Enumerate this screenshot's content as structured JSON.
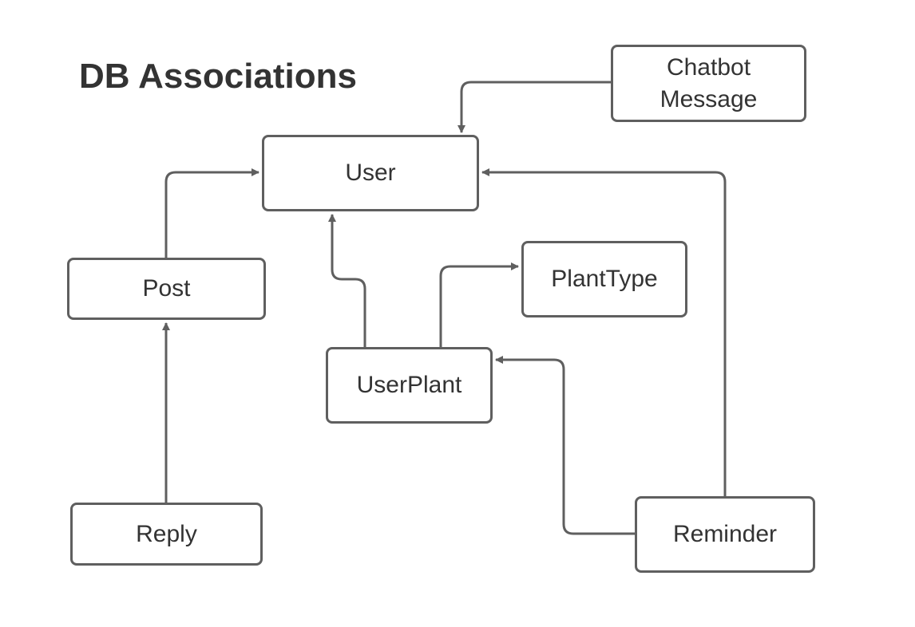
{
  "title": "DB Associations",
  "colors": {
    "stroke": "#5f5f5f",
    "text": "#333333",
    "background": "#ffffff"
  },
  "nodes": {
    "chatbot_message": {
      "line1": "Chatbot",
      "line2": "Message"
    },
    "user": {
      "label": "User"
    },
    "post": {
      "label": "Post"
    },
    "plant_type": {
      "label": "PlantType"
    },
    "user_plant": {
      "label": "UserPlant"
    },
    "reply": {
      "label": "Reply"
    },
    "reminder": {
      "label": "Reminder"
    }
  },
  "edges": [
    {
      "from": "chatbot_message",
      "to": "user"
    },
    {
      "from": "post",
      "to": "user"
    },
    {
      "from": "reminder",
      "to": "user"
    },
    {
      "from": "user_plant",
      "to": "user"
    },
    {
      "from": "user_plant",
      "to": "plant_type"
    },
    {
      "from": "reply",
      "to": "post"
    },
    {
      "from": "reminder",
      "to": "user_plant"
    }
  ]
}
